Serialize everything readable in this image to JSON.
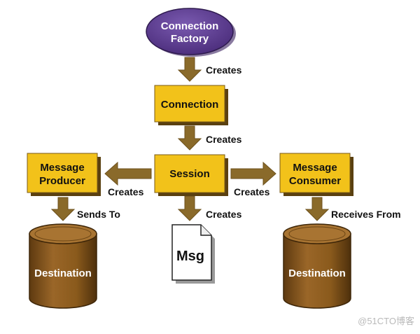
{
  "nodes": {
    "connection_factory": [
      "Connection",
      "Factory"
    ],
    "connection": "Connection",
    "session": "Session",
    "message_producer": [
      "Message",
      "Producer"
    ],
    "message_consumer": [
      "Message",
      "Consumer"
    ],
    "msg": "Msg",
    "destination_left": "Destination",
    "destination_right": "Destination"
  },
  "edges": {
    "factory_to_connection": "Creates",
    "connection_to_session": "Creates",
    "session_to_producer": "Creates",
    "session_to_consumer": "Creates",
    "session_to_msg": "Creates",
    "producer_to_destination": "Sends To",
    "destination_to_consumer": "Receives From"
  },
  "watermark": "@51CTO博客",
  "colors": {
    "box_fill": "#f2c21a",
    "box_shadow": "#5a4010",
    "arrow": "#8a6a2a",
    "ellipse": "#5a3a8c",
    "cylinder": "#8a5a1c",
    "cylinder_top": "#a87432"
  }
}
